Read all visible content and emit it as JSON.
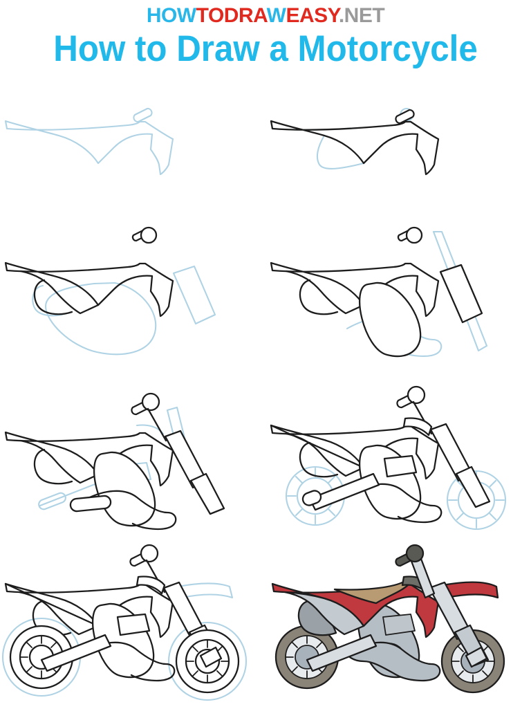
{
  "header": {
    "logo": {
      "part1": "HOW",
      "part2": "TODRA",
      "part3": "W",
      "part4": "EASY",
      "part5": ".NET",
      "color_blue": "#29B6E8",
      "color_red": "#E02A20",
      "color_gray": "#9a9a9a"
    },
    "title": "How to Draw a Motorcycle"
  },
  "palette": {
    "guide_blue": "#AFD3E4",
    "ink_black": "#1d1d1d",
    "body_red": "#C0393E",
    "body_red_dark": "#A82F34",
    "seat_tan": "#B99B73",
    "tank_gray": "#BFC6CB",
    "tire_gray": "#8A8378",
    "rim_silver": "#E8EBED",
    "hub_blue_gray": "#A8B2BB",
    "fork_silver": "#D8DDE1",
    "grip_dark": "#5A5A55",
    "shroud_gray": "#9AA2A8",
    "engine_gray": "#7E8288",
    "white": "#FFFFFF"
  },
  "tutorial": {
    "subject": "Motorcycle",
    "total_steps": 8,
    "steps": [
      {
        "number": 1,
        "name": "step-1-frame-guide",
        "description": "Light blue guide outline of the main frame and rear fender with a small capsule for the handlebar grip."
      },
      {
        "number": 2,
        "name": "step-2-frame-ink",
        "description": "Ink the frame and rear fender in black; add the handlebar grip capsule in black."
      },
      {
        "number": 3,
        "name": "step-3-engine-fork-guide",
        "description": "Add light blue guides for the engine oval and the front fork rectangle."
      },
      {
        "number": 4,
        "name": "step-4-engine-fork-ink",
        "description": "Ink the engine and upper fork; add blue guides for the lower fork leg and exhaust."
      },
      {
        "number": 5,
        "name": "step-5-handlebar-swingarm",
        "description": "Ink the handlebars, lower fork leg, exhaust pipe and swingarm; blue guides for the rear swingarm and shock."
      },
      {
        "number": 6,
        "name": "step-6-wheel-guides",
        "description": "Add light blue circular guides with spokes for both wheels."
      },
      {
        "number": 7,
        "name": "step-7-wheels-ink",
        "description": "Ink the wheels, rims and spokes; blue guides for the tires and front fender."
      },
      {
        "number": 8,
        "name": "step-8-color",
        "description": "Final colored motorcycle with red bodywork, tan seat, gray tires and silver forks."
      }
    ]
  }
}
